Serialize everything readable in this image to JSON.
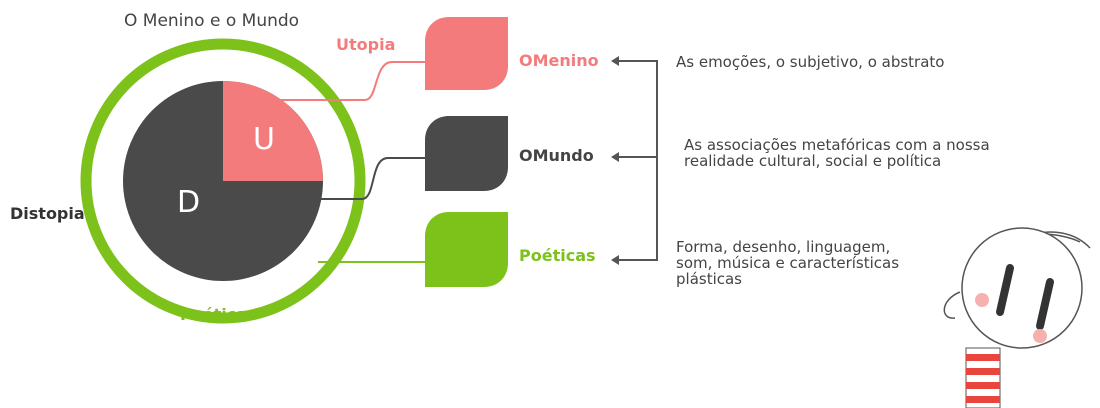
{
  "title": "O Menino e o Mundo",
  "ring": {
    "utopia_label": "Utopia",
    "distopia_label": "Distopia",
    "poeticas_label": "Poéticas",
    "u_letter": "U",
    "d_letter": "D"
  },
  "categories": [
    {
      "label": "OMenino",
      "color": "#f47b7b"
    },
    {
      "label": "OMundo",
      "color": "#4a4a4a"
    },
    {
      "label": "Poéticas",
      "color": "#7cc21b"
    }
  ],
  "descriptions": [
    {
      "lines": [
        "As emoções, o subjetivo, o abstrato"
      ]
    },
    {
      "lines": [
        "As associações metafóricas com a nossa",
        "realidade cultural, social e política"
      ]
    },
    {
      "lines": [
        "Forma, desenho, linguagem,",
        "som, música e características",
        "plásticas"
      ]
    }
  ],
  "colors": {
    "green": "#7cc21b",
    "pink": "#f47b7b",
    "dark": "#4a4a4a",
    "arrow": "#555555"
  },
  "icons": [
    "leaf-icon",
    "arrow-left-icon",
    "boy-character-icon"
  ]
}
